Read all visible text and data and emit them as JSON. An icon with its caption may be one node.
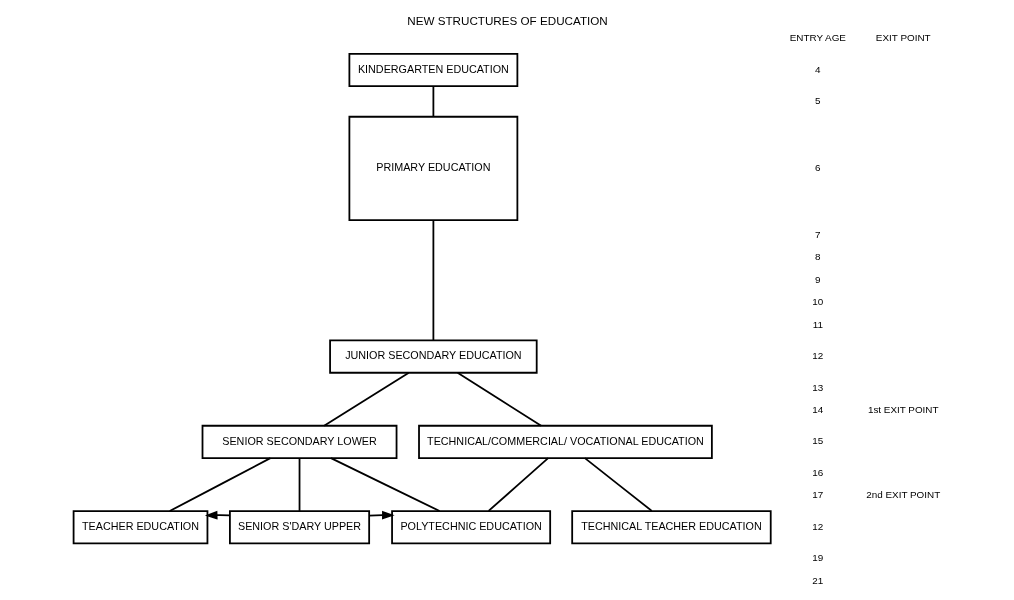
{
  "diagram": {
    "title": "NEW STRUCTURES OF EDUCATION",
    "nodes": [
      {
        "text": [
          "KINDERGARTEN EDUCATION"
        ]
      },
      {
        "text": [
          "PRIMARY EDUCATION"
        ]
      },
      {
        "text": [
          "JUNIOR SECONDARY EDUCATION"
        ]
      },
      {
        "text": [
          "SENIOR SECONDARY LOWER"
        ]
      },
      {
        "text": [
          "TECHNICAL/COMMERCIAL/ VOCATIONAL EDUCATION"
        ]
      },
      {
        "text": [
          "TEACHER EDUCATION"
        ]
      },
      {
        "text": [
          "SENIOR S'DARY UPPER"
        ]
      },
      {
        "text": [
          "POLYTECHNIC EDUCATION"
        ]
      },
      {
        "text": [
          "TECHNICAL TEACHER EDUCATION"
        ]
      }
    ],
    "edges": [
      {
        "from": 0,
        "to": 1,
        "arrow": "none"
      },
      {
        "from": 1,
        "to": 2,
        "arrow": "none"
      },
      {
        "from": 2,
        "to": 3,
        "arrow": "none"
      },
      {
        "from": 2,
        "to": 4,
        "arrow": "none"
      },
      {
        "from": 3,
        "to": 5,
        "arrow": "none"
      },
      {
        "from": 3,
        "to": 6,
        "arrow": "none"
      },
      {
        "from": 3,
        "to": 7,
        "arrow": "none"
      },
      {
        "from": 4,
        "to": 7,
        "arrow": "none"
      },
      {
        "from": 4,
        "to": 8,
        "arrow": "none"
      },
      {
        "from": 6,
        "to": 5,
        "arrow": "to"
      },
      {
        "from": 6,
        "to": 7,
        "arrow": "to"
      }
    ],
    "labels": [
      "EXIT POINT",
      "ENTRY AGE",
      "4",
      "5",
      "6",
      "7",
      "8",
      "9",
      "10",
      "11",
      "12",
      "13",
      "1st EXIT POINT",
      "14",
      "15",
      "16",
      "2nd EXIT POINT",
      "17",
      "12",
      "19",
      "21"
    ]
  }
}
